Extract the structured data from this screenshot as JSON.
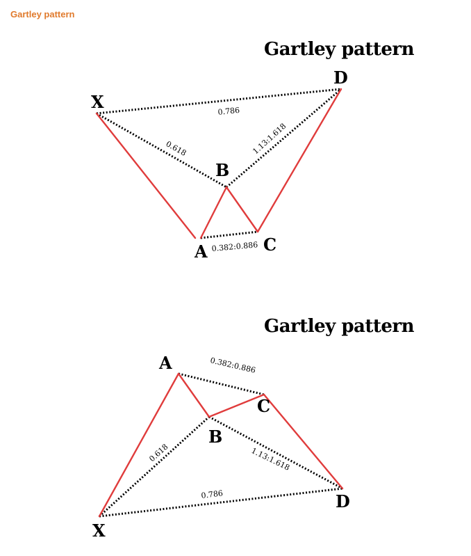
{
  "header": {
    "caption": "Gartley pattern",
    "caption_color": "#e07a2c"
  },
  "colors": {
    "leg": "#e03c3c",
    "dotted": "#000000"
  },
  "diagrams": [
    {
      "title": "Gartley pattern",
      "points": {
        "X": "X",
        "A": "A",
        "B": "B",
        "C": "C",
        "D": "D"
      },
      "ratios": {
        "xb": "0.618",
        "ac": "0.382:0.886",
        "bd": "1.13:1.618",
        "xd": "0.786"
      }
    },
    {
      "title": "Gartley pattern",
      "points": {
        "X": "X",
        "A": "A",
        "B": "B",
        "C": "C",
        "D": "D"
      },
      "ratios": {
        "xb": "0.618",
        "ac": "0.382:0.886",
        "bd": "1.13:1.618",
        "xd": "0.786"
      }
    }
  ]
}
